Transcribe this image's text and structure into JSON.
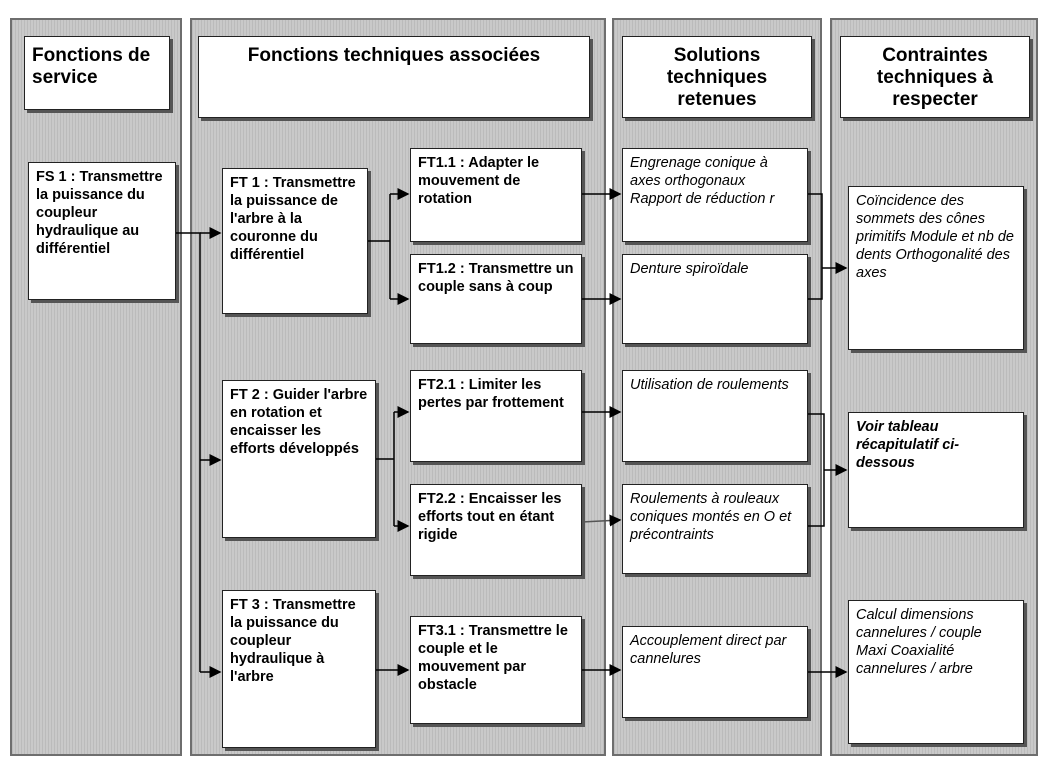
{
  "columns": {
    "fs": {
      "header": "Fonctions de service"
    },
    "ft": {
      "header": "Fonctions techniques associées"
    },
    "sol": {
      "header": "Solutions techniques retenues"
    },
    "ct": {
      "header": "Contraintes techniques à respecter"
    }
  },
  "fs1": "FS 1 : Transmettre la puissance du coupleur hydraulique au différentiel",
  "ft1": "FT 1 : Transmettre la puissance  de l'arbre à la couronne du différentiel",
  "ft2": "FT 2 : Guider l'arbre en rotation et encaisser les efforts développés",
  "ft3": "FT 3 : Transmettre la puissance du coupleur hydraulique à l'arbre",
  "ft11": "FT1.1 : Adapter le mouvement de rotation",
  "ft12": "FT1.2 : Transmettre un couple sans à coup",
  "ft21": "FT2.1 : Limiter les pertes par frottement",
  "ft22": "FT2.2 : Encaisser les efforts tout en étant rigide",
  "ft31": "FT3.1 : Transmettre le couple et le mouvement par obstacle",
  "sol11": "Engrenage conique à axes orthogonaux Rapport de réduction r",
  "sol12": "Denture spiroïdale",
  "sol21": "Utilisation de roulements",
  "sol22": "Roulements à rouleaux coniques montés en O et précontraints",
  "sol31": "Accouplement direct par cannelures",
  "ct1": "Coïncidence des sommets des cônes primitifs Module et nb de dents Orthogonalité des axes",
  "ct2": "Voir tableau récapitulatif ci-dessous",
  "ct3": "Calcul dimensions cannelures / couple Maxi Coaxialité cannelures / arbre"
}
